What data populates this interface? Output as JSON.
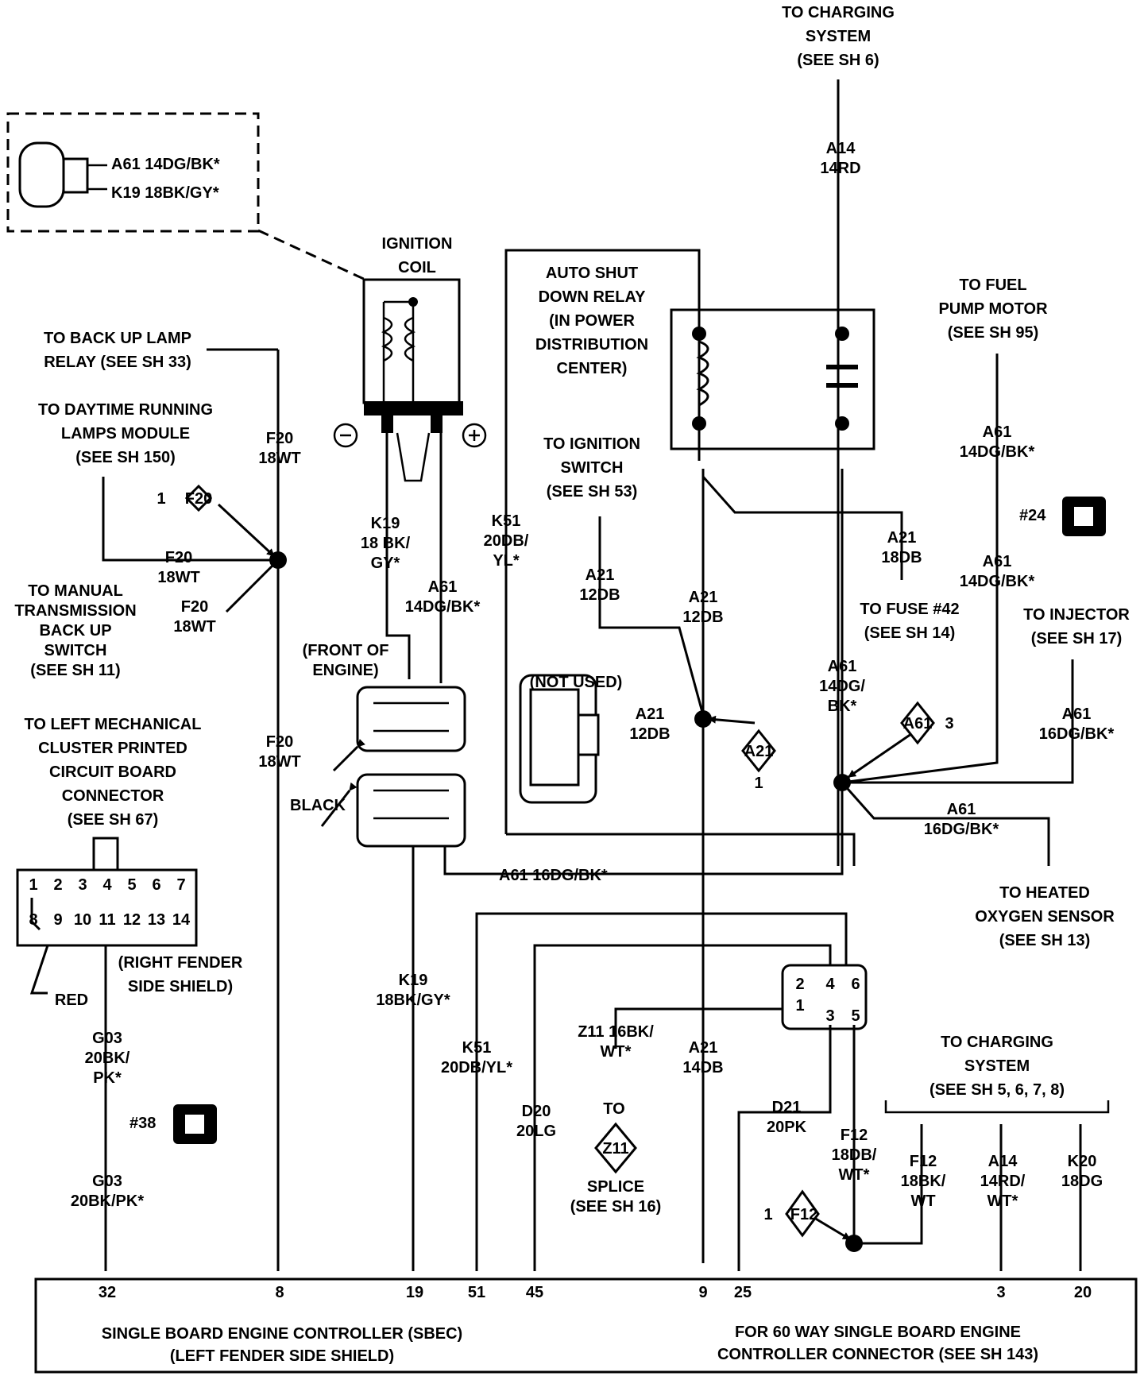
{
  "labels": {
    "to_charging_top": [
      "TO CHARGING",
      "SYSTEM",
      "(SEE SH 6)"
    ],
    "a14_top": [
      "A14",
      "14RD"
    ],
    "inset_a61": "A61 14DG/BK*",
    "inset_k19": "K19 18BK/GY*",
    "ignition_coil": [
      "IGNITION",
      "COIL"
    ],
    "asd_relay": [
      "AUTO SHUT",
      "DOWN RELAY",
      "(IN POWER",
      "DISTRIBUTION",
      "CENTER)"
    ],
    "to_fuel_pump": [
      "TO FUEL",
      "PUMP MOTOR",
      "(SEE SH 95)"
    ],
    "to_backup_lamp": [
      "TO BACK UP LAMP",
      "RELAY (SEE SH 33)"
    ],
    "to_drl": [
      "TO DAYTIME RUNNING",
      "LAMPS MODULE",
      "(SEE SH 150)"
    ],
    "f20_a": [
      "F20",
      "18WT"
    ],
    "f20_b": [
      "F20",
      "18WT"
    ],
    "f20_c": [
      "F20",
      "18WT"
    ],
    "f20_d": [
      "F20",
      "18WT"
    ],
    "splice_f20": "F20",
    "splice_f20_num": "1",
    "to_manual_trans": [
      "TO MANUAL",
      "TRANSMISSION",
      "BACK UP",
      "SWITCH",
      "(SEE SH 11)"
    ],
    "k19_upper": [
      "K19",
      "18 BK/",
      "GY*"
    ],
    "a61_coil": [
      "A61",
      "14DG/BK*"
    ],
    "k51_upper": [
      "K51",
      "20DB/",
      "YL*"
    ],
    "to_ign_switch": [
      "TO IGNITION",
      "SWITCH",
      "(SEE SH 53)"
    ],
    "a21_left": [
      "A21",
      "12DB"
    ],
    "a21_mid": [
      "A21",
      "12DB"
    ],
    "a21_right": [
      "A21",
      "18DB"
    ],
    "to_fuse42": [
      "TO FUSE #42",
      "(SEE SH 14)"
    ],
    "a61_fp_a": [
      "A61",
      "14DG/BK*"
    ],
    "a61_fp_b": [
      "A61",
      "14DG/BK*"
    ],
    "conn24": "#24",
    "to_injector": [
      "TO INJECTOR",
      "(SEE SH 17)"
    ],
    "a61_inj": [
      "A61",
      "16DG/BK*"
    ],
    "a61_main": [
      "A61",
      "14DG/",
      "BK*"
    ],
    "splice_a61": "A61",
    "splice_a61_num": "3",
    "a61_heated": [
      "A61",
      "16DG/BK*"
    ],
    "to_heated_o2": [
      "TO HEATED",
      "OXYGEN SENSOR",
      "(SEE SH 13)"
    ],
    "front_engine": [
      "(FRONT OF",
      "ENGINE)"
    ],
    "black": "BLACK",
    "not_used": "(NOT USED)",
    "a21_splice": [
      "A21",
      "12DB"
    ],
    "splice_a21": "A21",
    "splice_a21_num": "1",
    "a61_16_long": "A61 16DG/BK*",
    "to_left_cluster": [
      "TO LEFT MECHANICAL",
      "CLUSTER PRINTED",
      "CIRCUIT BOARD",
      "CONNECTOR",
      "(SEE SH 67)"
    ],
    "cluster_pins_top": [
      "1",
      "2",
      "3",
      "4",
      "5",
      "6",
      "7"
    ],
    "cluster_pins_bottom": [
      "8",
      "9",
      "10",
      "11",
      "12",
      "13",
      "14"
    ],
    "red": "RED",
    "right_fender": [
      "(RIGHT FENDER",
      "SIDE SHIELD)"
    ],
    "g03_a": [
      "G03",
      "20BK/",
      "PK*"
    ],
    "conn38": "#38",
    "g03_b": [
      "G03",
      "20BK/PK*"
    ],
    "k19_lower": [
      "K19",
      "18BK/GY*"
    ],
    "k51_lower": [
      "K51",
      "20DB/YL*"
    ],
    "d20": [
      "D20",
      "20LG"
    ],
    "z11": [
      "Z11 16BK/",
      "WT*"
    ],
    "to_z11": "TO",
    "splice_z11": "Z11",
    "z11_splice": [
      "SPLICE",
      "(SEE SH  16)"
    ],
    "a21_lower": [
      "A21",
      "14DB"
    ],
    "d21": [
      "D21",
      "20PK"
    ],
    "six_pins": [
      "2",
      "4",
      "6",
      "1",
      "3",
      "5"
    ],
    "f12_main": [
      "F12",
      "18DB/",
      "WT*"
    ],
    "splice_f12": "F12",
    "splice_f12_num": "1",
    "to_charging_bottom": [
      "TO CHARGING",
      "SYSTEM",
      "(SEE SH 5, 6, 7, 8)"
    ],
    "f12_cs": [
      "F12",
      "18BK/",
      "WT"
    ],
    "a14_cs": [
      "A14",
      "14RD/",
      "WT*"
    ],
    "k20_cs": [
      "K20",
      "18DG"
    ],
    "pins": [
      "32",
      "8",
      "19",
      "51",
      "45",
      "9",
      "25",
      "3",
      "20"
    ],
    "sbec": [
      "SINGLE BOARD ENGINE CONTROLLER (SBEC)",
      "(LEFT FENDER SIDE SHIELD)"
    ],
    "sbec_conn": [
      "FOR 60 WAY SINGLE BOARD ENGINE",
      "CONTROLLER CONNECTOR (SEE SH 143)"
    ]
  }
}
